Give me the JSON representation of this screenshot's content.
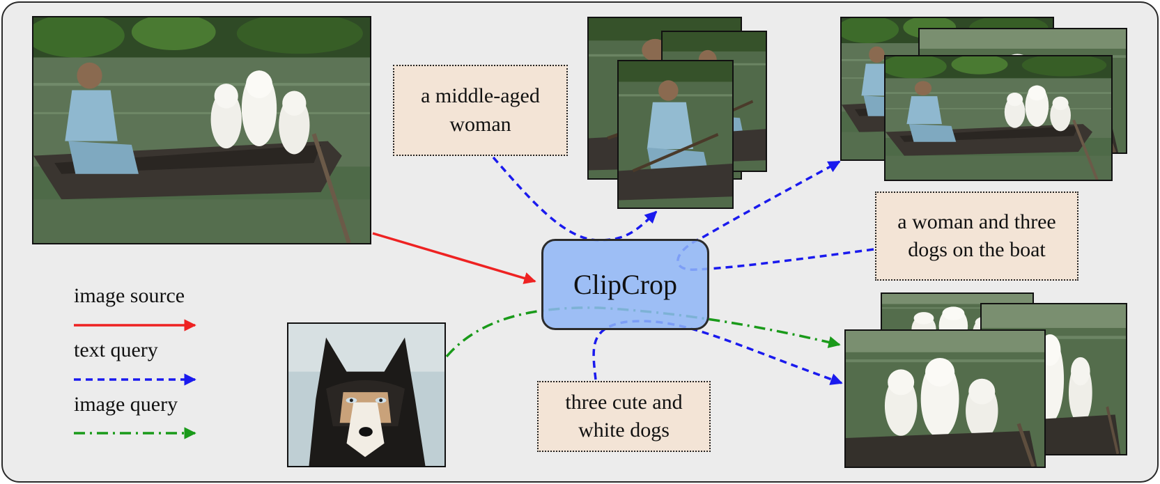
{
  "engine": {
    "label": "ClipCrop"
  },
  "queries": {
    "woman": "a middle-aged\nwoman",
    "boat": "a woman and three\ndogs on the boat",
    "dogs": "three cute and\nwhite dogs"
  },
  "legend": {
    "image_source": {
      "label": "image source",
      "color": "#ee2222"
    },
    "text_query": {
      "label": "text query",
      "color": "#1a1aee"
    },
    "image_query": {
      "label": "image query",
      "color": "#1a9a1a"
    }
  },
  "photos": {
    "source": "boat-scene-photo",
    "husky": "husky-photo",
    "crops_woman": "woman-crop-photos",
    "crops_boat": "boat-crop-photos",
    "crops_dogs": "dogs-crop-photos"
  }
}
